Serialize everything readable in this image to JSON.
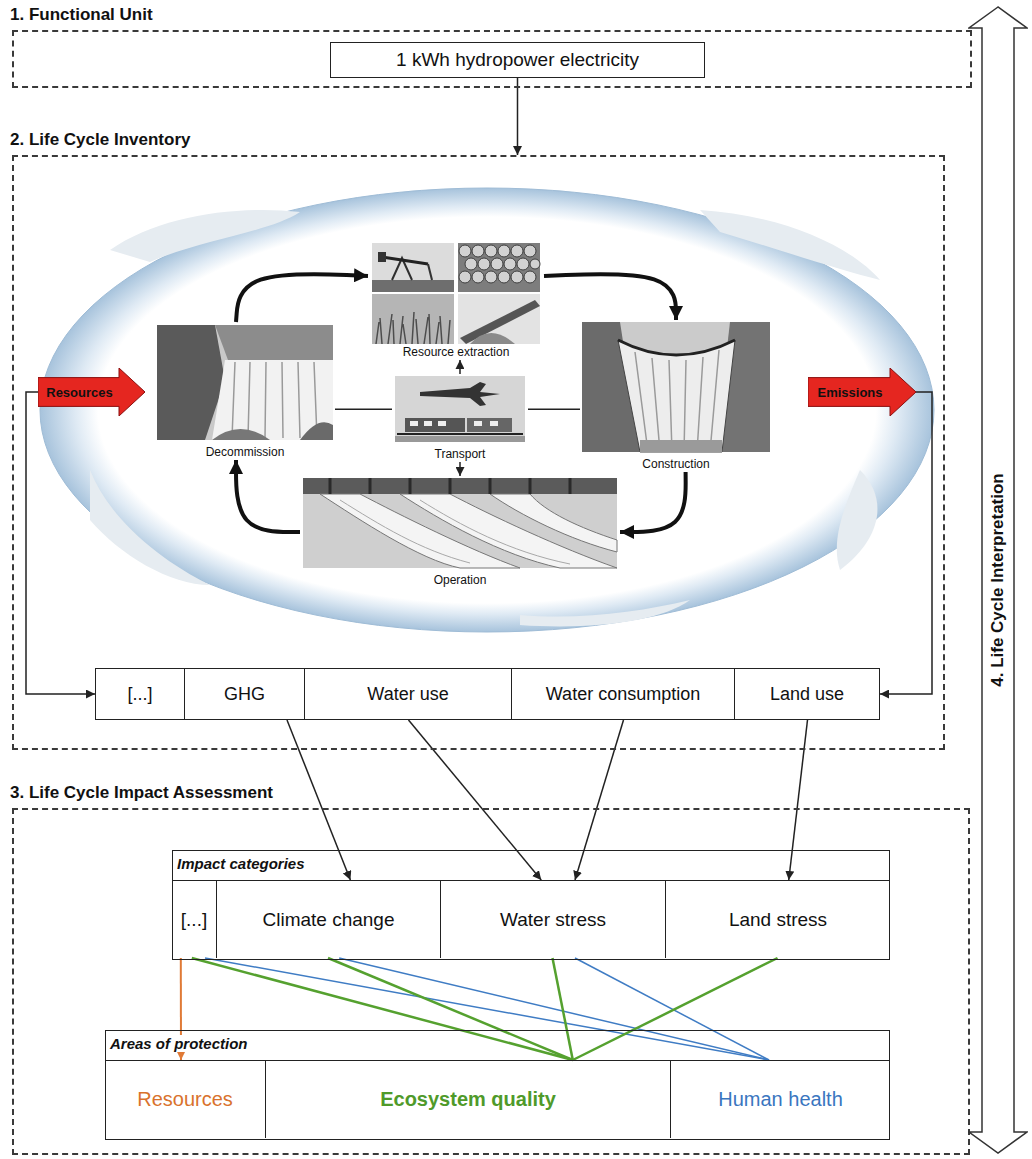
{
  "diagram": {
    "nodes": [
      {
        "text": [
          "1. Functional Unit"
        ]
      },
      {
        "text": [
          "1 kWh hydropower electricity"
        ],
        "in": 0
      },
      {
        "text": [
          "2. Life Cycle Inventory"
        ]
      },
      {
        "text": [
          "Resources"
        ],
        "in": 2
      },
      {
        "text": [
          "Resource extraction"
        ],
        "in": 2
      },
      {
        "text": [
          "Decommission"
        ],
        "in": 2
      },
      {
        "text": [
          "Transport"
        ],
        "in": 2
      },
      {
        "text": [
          "Construction"
        ],
        "in": 2
      },
      {
        "text": [
          "Emissions"
        ],
        "in": 2
      },
      {
        "text": [
          "Operation"
        ],
        "in": 2
      },
      {
        "text": [
          "[...]"
        ],
        "in": 2
      },
      {
        "text": [
          "GHG"
        ],
        "in": 2
      },
      {
        "text": [
          "Water use"
        ],
        "in": 2
      },
      {
        "text": [
          "Water consumption"
        ],
        "in": 2
      },
      {
        "text": [
          "Land use"
        ],
        "in": 2
      },
      {
        "text": [
          "3. Life Cycle Impact Assessment"
        ]
      },
      {
        "text": [
          "Impact categories"
        ],
        "in": 15
      },
      {
        "text": [
          "[...]"
        ],
        "in": 16
      },
      {
        "text": [
          "Climate change"
        ],
        "in": 16
      },
      {
        "text": [
          "Water stress"
        ],
        "in": 16
      },
      {
        "text": [
          "Land stress"
        ],
        "in": 16
      },
      {
        "text": [
          "Areas of protection"
        ],
        "in": 15
      },
      {
        "text": [
          "Resources"
        ],
        "in": 21
      },
      {
        "text": [
          "Ecosystem quality"
        ],
        "in": 21
      },
      {
        "text": [
          "Human health"
        ],
        "in": 21
      },
      {
        "text": [
          "4. Life Cycle Interpretation"
        ]
      }
    ],
    "edges": [
      {
        "from": 1,
        "to": 2,
        "arrow": "to"
      },
      {
        "from": 5,
        "to": 4,
        "arrow": "to"
      },
      {
        "from": 4,
        "to": 7,
        "arrow": "to"
      },
      {
        "from": 7,
        "to": 9,
        "arrow": "to"
      },
      {
        "from": 9,
        "to": 5,
        "arrow": "to"
      },
      {
        "from": 6,
        "to": 4,
        "arrow": "to"
      },
      {
        "from": 6,
        "to": 5,
        "arrow": "none"
      },
      {
        "from": 6,
        "to": 7,
        "arrow": "none"
      },
      {
        "from": 6,
        "to": 9,
        "arrow": "to"
      },
      {
        "from": 3,
        "to": 10,
        "arrow": "to"
      },
      {
        "from": 8,
        "to": 14,
        "arrow": "to"
      },
      {
        "from": 11,
        "to": 18,
        "arrow": "to"
      },
      {
        "from": 12,
        "to": 19,
        "arrow": "to"
      },
      {
        "from": 13,
        "to": 19,
        "arrow": "to"
      },
      {
        "from": 14,
        "to": 20,
        "arrow": "to"
      },
      {
        "from": 17,
        "to": 22,
        "arrow": "to"
      },
      {
        "from": 17,
        "to": 23,
        "arrow": "none"
      },
      {
        "from": 17,
        "to": 24,
        "arrow": "none"
      },
      {
        "from": 18,
        "to": 23,
        "arrow": "none"
      },
      {
        "from": 18,
        "to": 24,
        "arrow": "none"
      },
      {
        "from": 19,
        "to": 23,
        "arrow": "none"
      },
      {
        "from": 19,
        "to": 24,
        "arrow": "none"
      },
      {
        "from": 20,
        "to": 23,
        "arrow": "none"
      }
    ]
  }
}
